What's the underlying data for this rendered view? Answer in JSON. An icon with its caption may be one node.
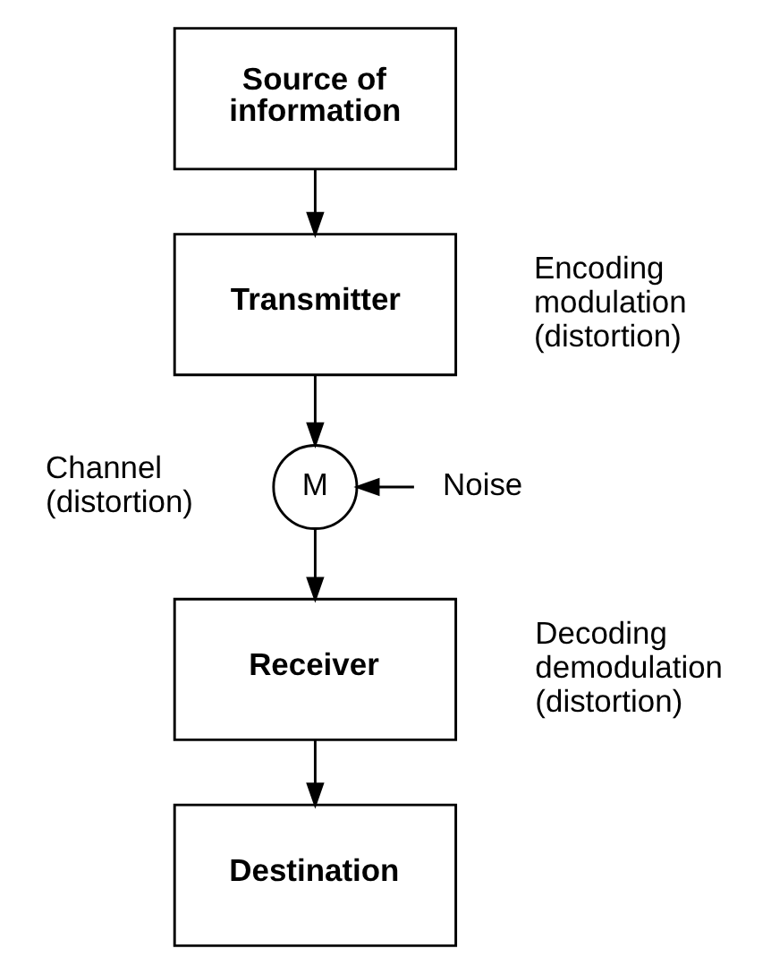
{
  "diagram": {
    "nodes": [
      {
        "text": [
          "Source of information"
        ]
      },
      {
        "text": [
          "Transmitter"
        ],
        "beside": [
          "Encoding modulation (distortion)"
        ]
      },
      {
        "text": [
          "M"
        ],
        "beside": [
          "Channel (distortion)"
        ]
      },
      {
        "text": [
          "Noise"
        ]
      },
      {
        "text": [
          "Receiver"
        ],
        "beside": [
          "Decoding demodulation (distortion)"
        ]
      },
      {
        "text": [
          "Destination"
        ]
      }
    ],
    "edges": [
      {
        "from": 0,
        "to": 1,
        "arrow": "to"
      },
      {
        "from": 1,
        "to": 2,
        "arrow": "to"
      },
      {
        "from": 3,
        "to": 2,
        "arrow": "to"
      },
      {
        "from": 2,
        "to": 4,
        "arrow": "to"
      },
      {
        "from": 4,
        "to": 5,
        "arrow": "to"
      }
    ]
  }
}
